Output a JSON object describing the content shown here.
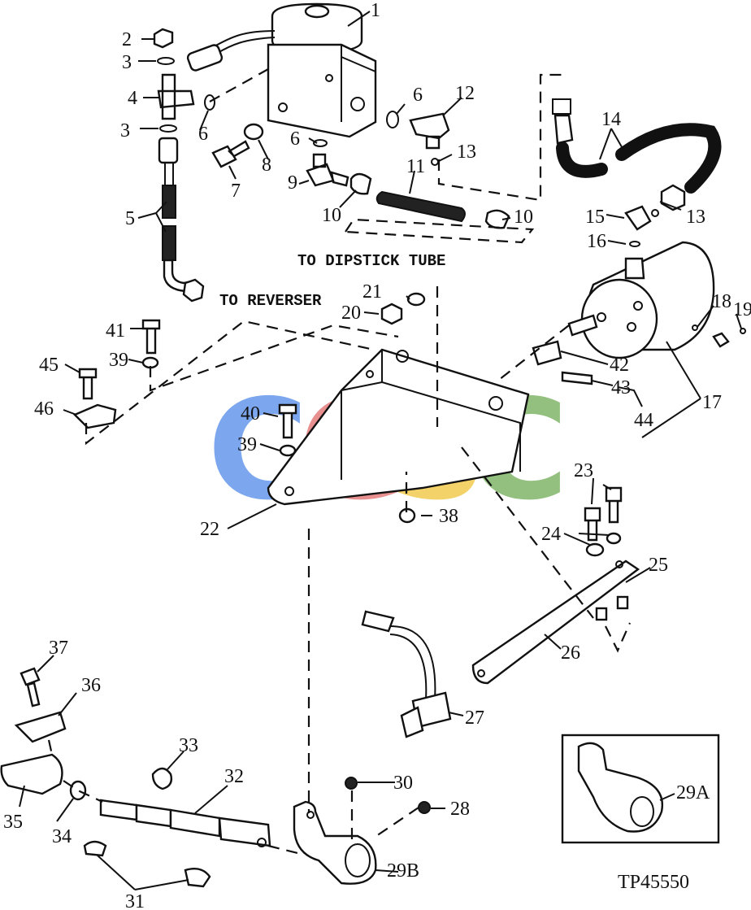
{
  "diagram": {
    "reference_code": "TP45550",
    "captions": {
      "to_dipstick_tube": "TO DIPSTICK TUBE",
      "to_reverser": "TO REVERSER"
    },
    "callouts": [
      "1",
      "2",
      "3",
      "3",
      "4",
      "5",
      "6",
      "6",
      "6",
      "7",
      "8",
      "9",
      "10",
      "10",
      "11",
      "12",
      "13",
      "13",
      "14",
      "15",
      "16",
      "17",
      "18",
      "19",
      "20",
      "21",
      "22",
      "23",
      "24",
      "25",
      "26",
      "27",
      "28",
      "29A",
      "29B",
      "30",
      "31",
      "32",
      "33",
      "34",
      "35",
      "36",
      "37",
      "38",
      "39",
      "39",
      "40",
      "41",
      "42",
      "43",
      "44",
      "45",
      "46"
    ],
    "watermark": {
      "letters": [
        "C",
        "G",
        "S",
        "C"
      ],
      "colors": [
        "#4a86e8",
        "#e06666",
        "#f1c232",
        "#6aa84f"
      ]
    }
  }
}
